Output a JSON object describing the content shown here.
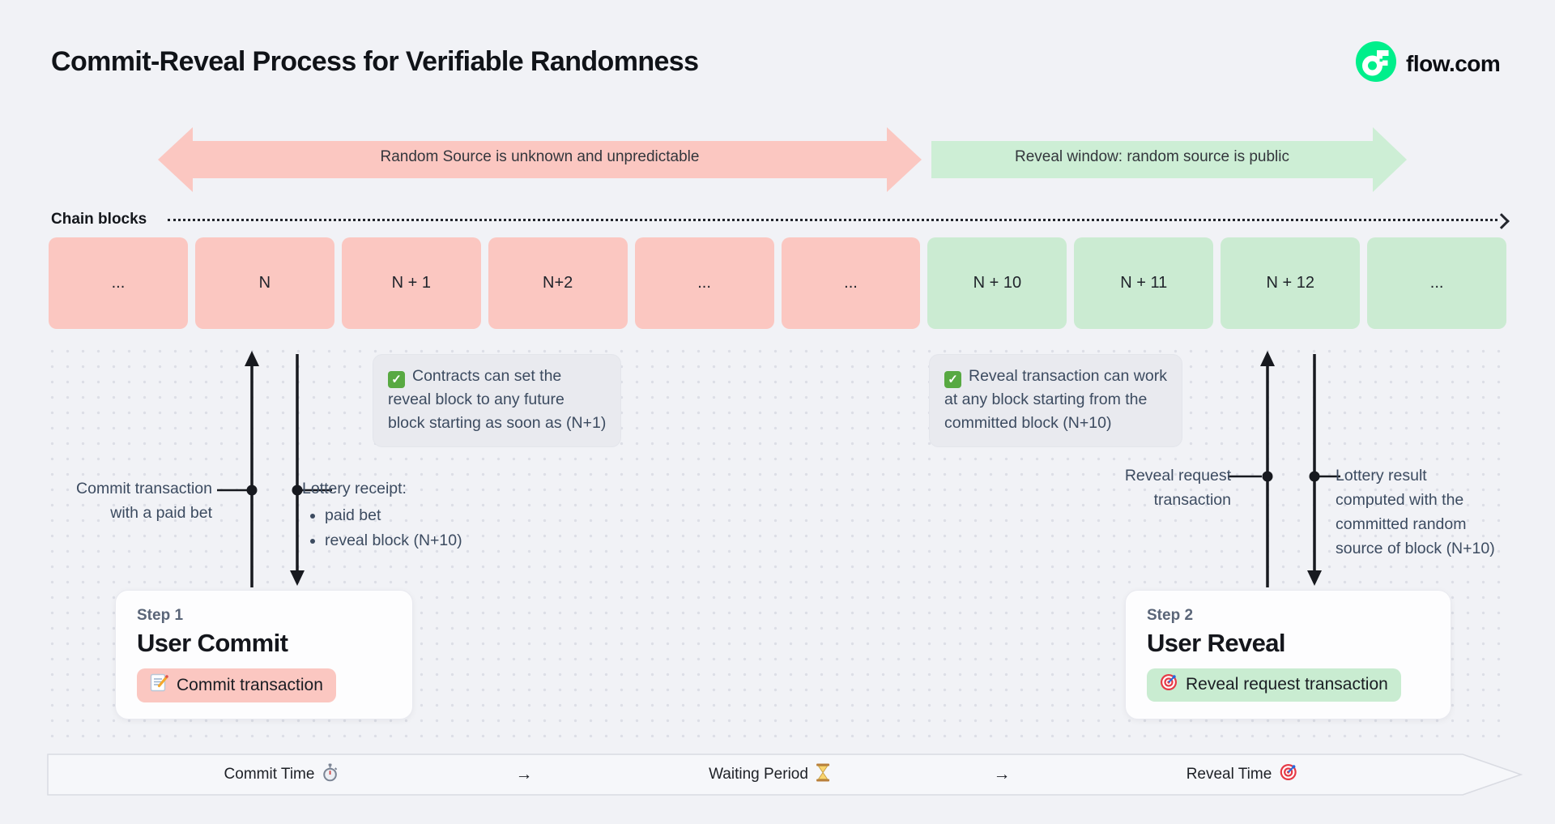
{
  "header": {
    "title": "Commit-Reveal Process for Verifiable Randomness",
    "brand": "flow.com"
  },
  "top_arrows": {
    "unknown_label": "Random Source is unknown and unpredictable",
    "reveal_label": "Reveal window: random source is public"
  },
  "chain": {
    "label": "Chain blocks",
    "blocks": [
      {
        "label": "...",
        "phase": "commit"
      },
      {
        "label": "N",
        "phase": "commit"
      },
      {
        "label": "N + 1",
        "phase": "commit"
      },
      {
        "label": "N+2",
        "phase": "commit"
      },
      {
        "label": "...",
        "phase": "commit"
      },
      {
        "label": "...",
        "phase": "commit"
      },
      {
        "label": "N + 10",
        "phase": "reveal"
      },
      {
        "label": "N + 11",
        "phase": "reveal"
      },
      {
        "label": "N + 12",
        "phase": "reveal"
      },
      {
        "label": "...",
        "phase": "reveal"
      }
    ]
  },
  "notes": {
    "left": {
      "icon": "check-icon",
      "line1": "Contracts can set the",
      "line2": "reveal block to any future",
      "line3": "block starting as soon as (N+1)"
    },
    "right": {
      "icon": "check-icon",
      "line1": "Reveal transaction can work",
      "line2": "at any block starting from the",
      "line3": "committed block (N+10)"
    }
  },
  "annotations": {
    "commit": {
      "line1": "Commit transaction",
      "line2": "with a paid bet"
    },
    "receipt": {
      "title": "Lottery receipt:",
      "items": [
        "paid bet",
        "reveal block (N+10)"
      ]
    },
    "reveal": {
      "line1": "Reveal request",
      "line2": "transaction"
    },
    "result": {
      "line1": "Lottery result",
      "line2": "computed with the",
      "line3": "committed random",
      "line4": "source of block (N+10)"
    }
  },
  "steps": [
    {
      "step_label": "Step 1",
      "title": "User Commit",
      "action_label": "Commit transaction",
      "icon": "memo-icon"
    },
    {
      "step_label": "Step 2",
      "title": "User Reveal",
      "action_label": "Reveal request transaction",
      "icon": "target-icon"
    }
  ],
  "timeline": {
    "separator": "→",
    "items": [
      {
        "label": "Commit Time",
        "icon": "stopwatch-icon"
      },
      {
        "label": "Waiting Period",
        "icon": "hourglass-icon"
      },
      {
        "label": "Reveal Time",
        "icon": "target-icon"
      }
    ]
  },
  "icons": {
    "check": "✓"
  },
  "colors": {
    "background": "#f1f2f6",
    "commit_pink": "#fbc7c1",
    "reveal_green": "#cbebd2",
    "flow_green": "#00ef8b",
    "note_bg": "#e9eaef",
    "ink": "#15181d",
    "slate_text": "#3c4b60"
  }
}
